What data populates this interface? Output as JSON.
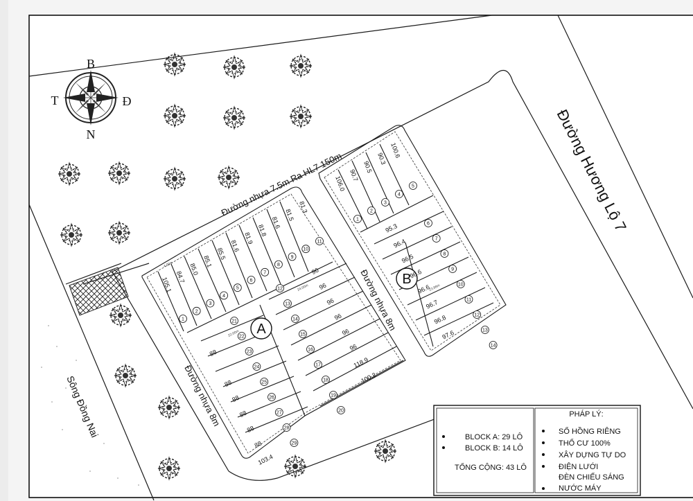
{
  "compass": {
    "north": "B",
    "south": "N",
    "east": "Đ",
    "west": "T"
  },
  "roads": {
    "top": "Đường nhựa 7.5m  Ra HL7  150m",
    "highway": "Đường Hương Lộ 7",
    "inner_a": "Đường nhựa 8m",
    "inner_b": "Đường nhựa 8m",
    "river": "Sông Đồng Nai"
  },
  "blocks": {
    "a": "A",
    "b": "B"
  },
  "lots_a_top": [
    {
      "no": "1",
      "area": "105.1"
    },
    {
      "no": "2",
      "area": "84.7"
    },
    {
      "no": "3",
      "area": "85.0"
    },
    {
      "no": "4",
      "area": "85.1"
    },
    {
      "no": "5",
      "area": "85.5"
    },
    {
      "no": "6",
      "area": "81.6"
    },
    {
      "no": "7",
      "area": "81.9"
    },
    {
      "no": "8",
      "area": "81.8"
    },
    {
      "no": "9",
      "area": "81.6"
    },
    {
      "no": "10",
      "area": "81.5"
    },
    {
      "no": "11",
      "area": "81.3"
    }
  ],
  "lots_a_right": [
    {
      "no": "12",
      "area": "96"
    },
    {
      "no": "13",
      "area": "96"
    },
    {
      "no": "14",
      "area": "96"
    },
    {
      "no": "15",
      "area": "96"
    },
    {
      "no": "16",
      "area": "96"
    },
    {
      "no": "17",
      "area": "96"
    },
    {
      "no": "18",
      "area": "118.9"
    },
    {
      "no": "19",
      "area": "100.2"
    },
    {
      "no": "20",
      "area": ""
    }
  ],
  "lots_a_left": [
    {
      "no": "21",
      "area": ""
    },
    {
      "no": "22",
      "area": "88"
    },
    {
      "no": "23",
      "area": ""
    },
    {
      "no": "24",
      "area": "88"
    },
    {
      "no": "25",
      "area": "88"
    },
    {
      "no": "26",
      "area": "88"
    },
    {
      "no": "27",
      "area": "88"
    },
    {
      "no": "28",
      "area": "88"
    },
    {
      "no": "29",
      "area": "103.4"
    }
  ],
  "lots_b_top": [
    {
      "no": "1",
      "area": "106.0"
    },
    {
      "no": "2",
      "area": "90.7"
    },
    {
      "no": "3",
      "area": "90.5"
    },
    {
      "no": "4",
      "area": "90.3"
    },
    {
      "no": "5",
      "area": "100.6"
    }
  ],
  "lots_b_rows": [
    {
      "no": "6",
      "area": "95.3"
    },
    {
      "no": "7",
      "area": "96.4"
    },
    {
      "no": "8",
      "area": "96.5"
    },
    {
      "no": "9",
      "area": "96.6"
    },
    {
      "no": "10",
      "area": "96.6"
    },
    {
      "no": "11",
      "area": "96.7"
    },
    {
      "no": "12",
      "area": "96.8"
    },
    {
      "no": "13",
      "area": "97.6"
    },
    {
      "no": "14",
      "area": ""
    }
  ],
  "dims": {
    "lot_width": "4.00m",
    "depth_a": "22.00m",
    "depth_a2": "24.00m",
    "depth_b": "23.98m"
  },
  "summary": {
    "block_a": "BLOCK A: 29 LÔ",
    "block_b": "BLOCK B: 14 LÔ",
    "total": "TỔNG CỘNG: 43 LÔ"
  },
  "legal": {
    "title": "PHÁP LÝ:",
    "items": [
      "SỔ HỒNG RIÊNG",
      "THỔ CƯ 100%",
      "XÂY DỰNG TỰ DO",
      "ĐIỆN LƯỚI",
      "ĐÈN CHIẾU SÁNG",
      "NƯỚC MÁY"
    ]
  },
  "colors": {
    "line": "#1a1a1a",
    "tree": "#2b2b2b",
    "paper": "#ffffff"
  }
}
